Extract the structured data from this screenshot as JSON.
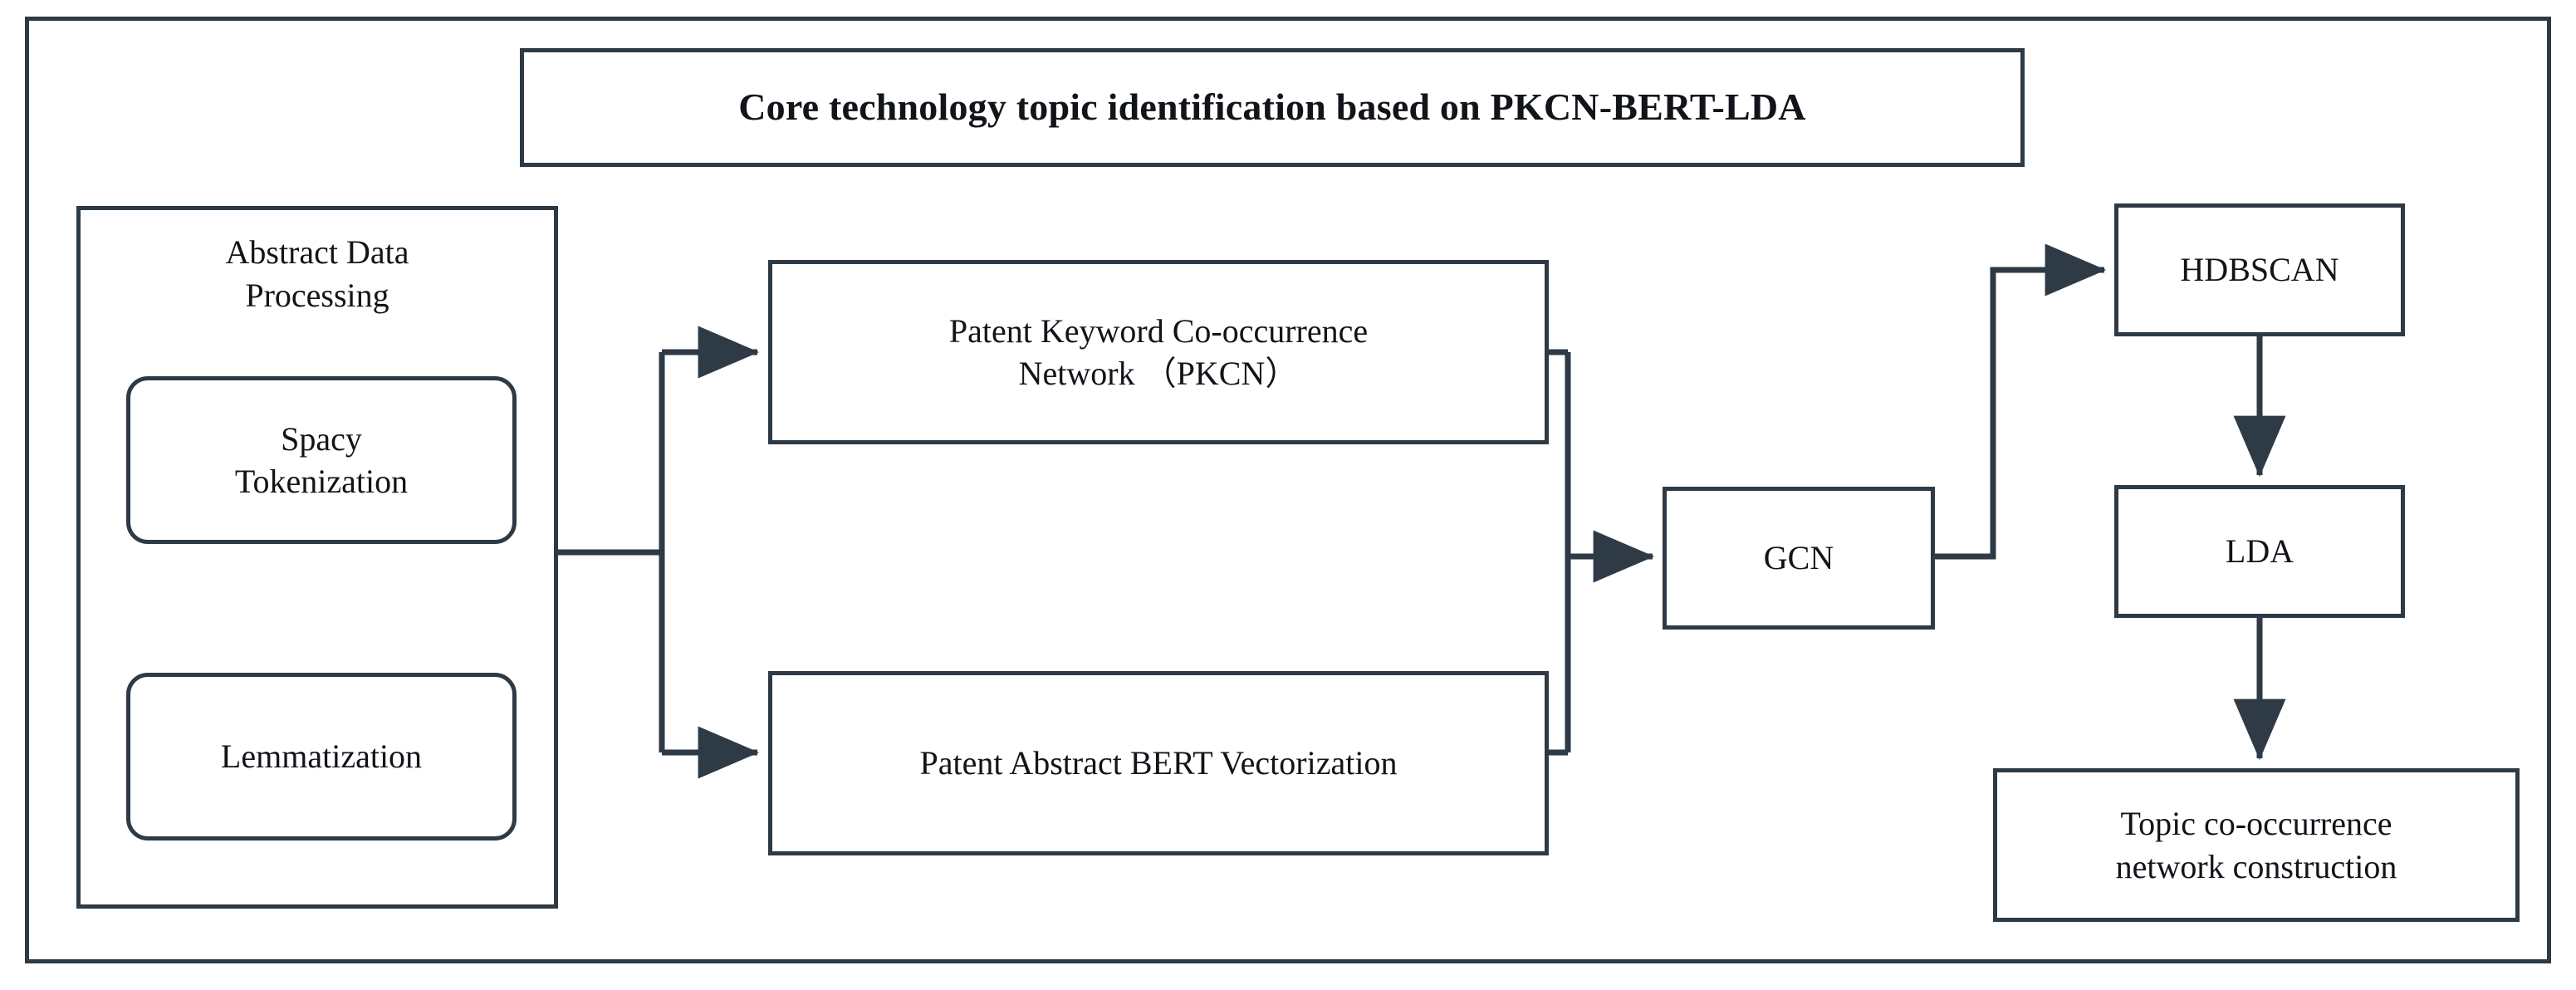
{
  "diagram": {
    "title": "Core technology topic identification based on PKCN-BERT-LDA",
    "frame_color": "#2e3a45",
    "background": "#ffffff",
    "text_color": "#111419",
    "group": {
      "label": "Abstract Data\nProcessing",
      "nodes": [
        {
          "id": "spacy",
          "label": "Spacy\nTokenization",
          "shape": "rounded-rect"
        },
        {
          "id": "lemmatization",
          "label": "Lemmatization",
          "shape": "rounded-rect"
        }
      ]
    },
    "nodes": [
      {
        "id": "pkcn",
        "label": "Patent Keyword Co-occurrence\nNetwork （PKCN）",
        "shape": "rect"
      },
      {
        "id": "bert",
        "label": "Patent Abstract BERT Vectorization",
        "shape": "rect"
      },
      {
        "id": "gcn",
        "label": "GCN",
        "shape": "rect"
      },
      {
        "id": "hdbscan",
        "label": "HDBSCAN",
        "shape": "rect"
      },
      {
        "id": "lda",
        "label": "LDA",
        "shape": "rect"
      },
      {
        "id": "topic_network",
        "label": "Topic co-occurrence\nnetwork construction",
        "shape": "rect"
      }
    ],
    "edges": [
      {
        "from": "spacy",
        "to": "lemmatization",
        "arrow": true
      },
      {
        "from": "abstract-data-processing",
        "to": "pkcn",
        "arrow": true
      },
      {
        "from": "abstract-data-processing",
        "to": "bert",
        "arrow": true
      },
      {
        "from": "pkcn",
        "to": "gcn",
        "arrow": true
      },
      {
        "from": "bert",
        "to": "gcn",
        "arrow": true
      },
      {
        "from": "gcn",
        "to": "hdbscan",
        "arrow": true
      },
      {
        "from": "hdbscan",
        "to": "lda",
        "arrow": true
      },
      {
        "from": "lda",
        "to": "topic_network",
        "arrow": true
      }
    ]
  }
}
